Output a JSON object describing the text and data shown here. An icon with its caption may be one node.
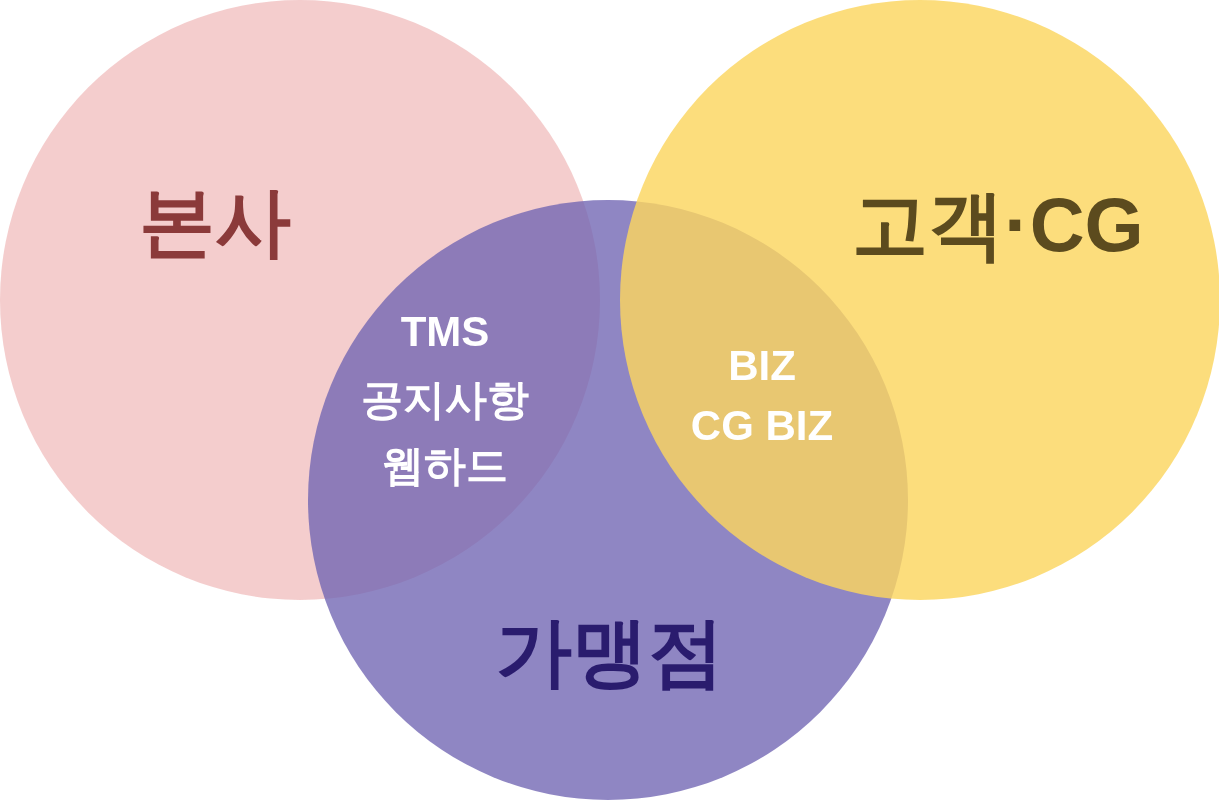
{
  "diagram": {
    "nodes": [
      {
        "text": [
          "본사"
        ]
      },
      {
        "text": [
          "고객·CG"
        ]
      },
      {
        "text": [
          "가맹점"
        ]
      }
    ],
    "labels": [
      "TMS",
      "공지사항",
      "웹하드",
      "BIZ",
      "CG BIZ"
    ]
  }
}
